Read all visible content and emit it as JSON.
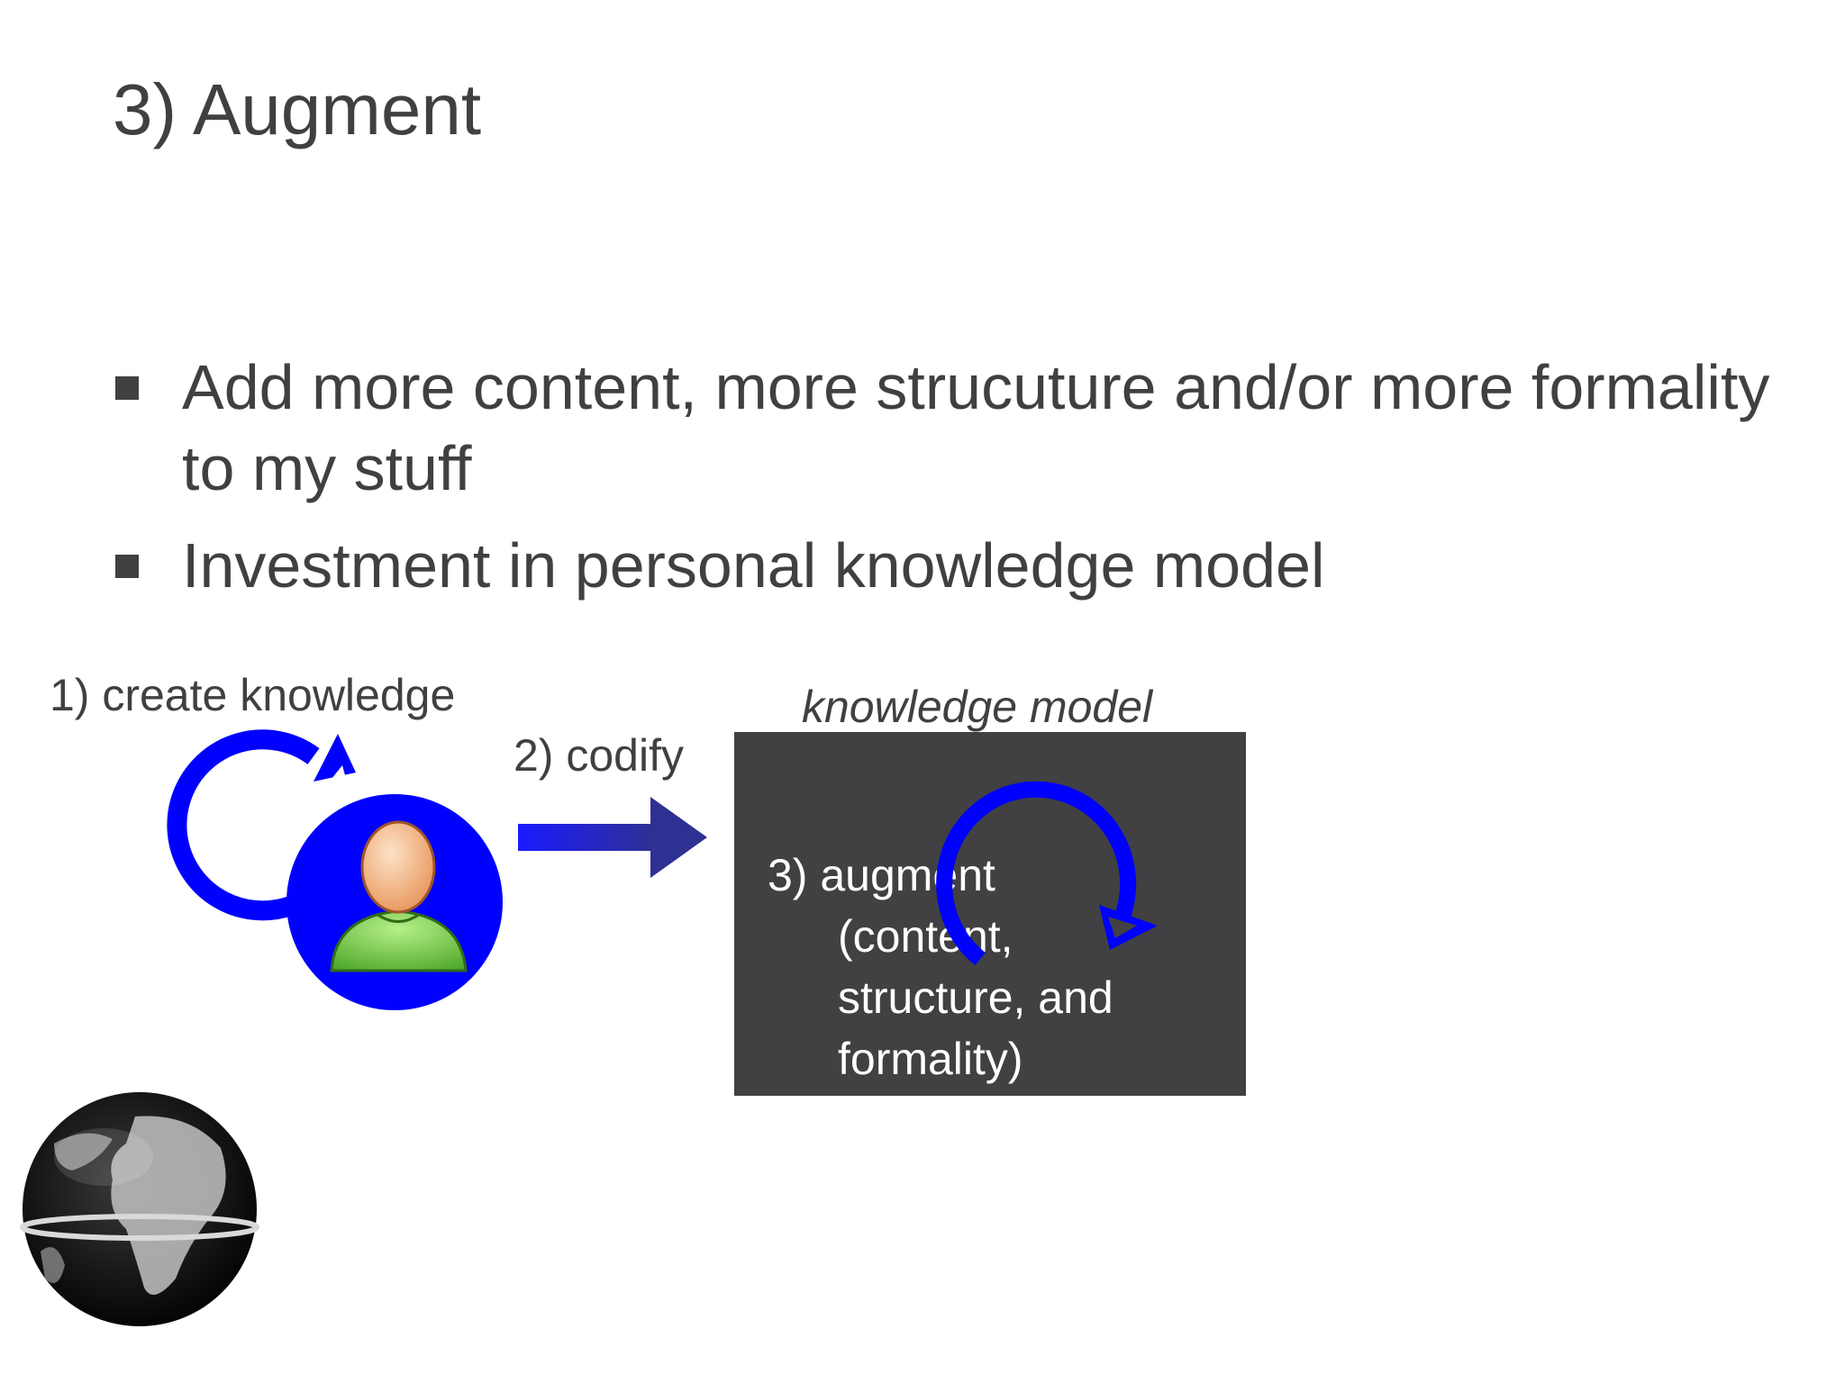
{
  "slide": {
    "title": "3) Augment",
    "bullets": [
      "Add more content, more strucuture and/or more formality to my stuff",
      "Investment in personal knowledge model"
    ]
  },
  "diagram": {
    "create_label": "1) create knowledge",
    "codify_label": "2) codify",
    "model_label": "knowledge model",
    "augment_lines": [
      "3) augment",
      "(content,",
      "structure, and",
      "formality)"
    ],
    "icons": [
      "cycle-arrow-icon",
      "person-icon",
      "right-arrow-icon",
      "globe-icon"
    ]
  },
  "colors": {
    "text": "#404040",
    "accent_blue": "#0000ff",
    "arrow_navy": "#2e3192",
    "model_box": "#414042",
    "person_skin": "#f2b27a",
    "person_shirt": "#7ac943"
  }
}
